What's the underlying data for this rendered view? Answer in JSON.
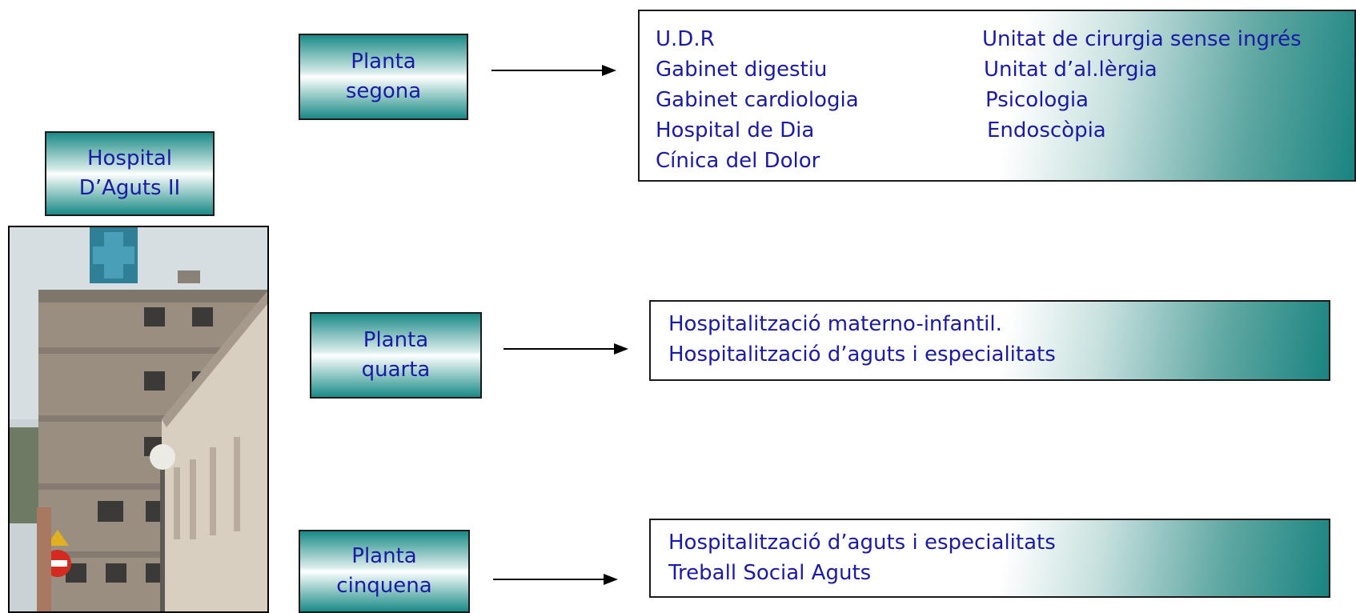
{
  "hospital": {
    "line1": "Hospital",
    "line2": "D’Aguts II"
  },
  "floors": [
    {
      "label1": "Planta",
      "label2": "segona",
      "items_left": [
        "U.D.R",
        "Gabinet digestiu",
        "Gabinet cardiologia",
        "Hospital de Dia",
        "Cínica del Dolor"
      ],
      "items_right": [
        "Unitat de cirurgia sense ingrés",
        "Unitat d’al.lèrgia",
        "Psicologia",
        "Endoscòpia"
      ]
    },
    {
      "label1": "Planta",
      "label2": "quarta",
      "items": [
        "Hospitalització materno-infantil.",
        "Hospitalització d’aguts i especialitats"
      ]
    },
    {
      "label1": "Planta",
      "label2": "cinquena",
      "items": [
        "Hospitalització d’aguts i especialitats",
        "Treball Social Aguts"
      ]
    }
  ],
  "colors": {
    "text": "#1a1aa6",
    "teal": "#1a8a86",
    "border": "#1a1a1a"
  },
  "photo": {
    "subject": "hospital-building-photo"
  }
}
